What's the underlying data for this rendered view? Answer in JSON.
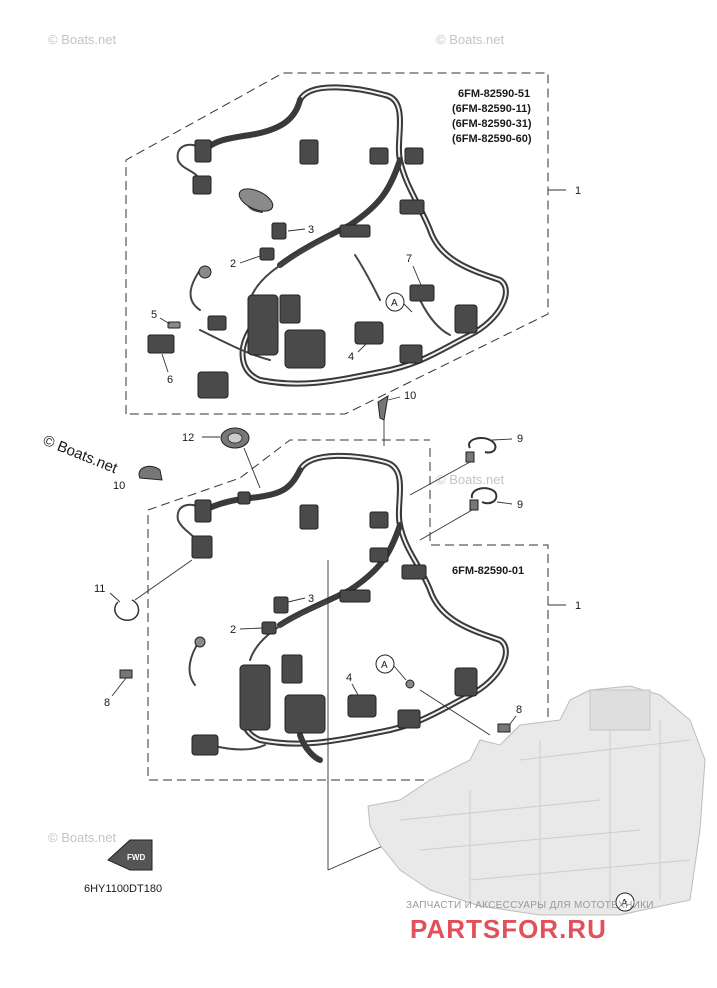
{
  "watermark": {
    "text": "© Boats.net"
  },
  "upper_group": {
    "part_numbers": [
      "6FM-82590-51",
      "(6FM-82590-11)",
      "(6FM-82590-31)",
      "(6FM-82590-60)"
    ],
    "callout_1": "1",
    "callouts": [
      "2",
      "3",
      "4",
      "5",
      "6",
      "7"
    ],
    "ref_marker": "A"
  },
  "loose_parts": {
    "callouts": [
      "8",
      "8",
      "9",
      "9",
      "10",
      "10",
      "11",
      "12"
    ]
  },
  "lower_group": {
    "part_number": "6FM-82590-01",
    "callout_1": "1",
    "callouts": [
      "2",
      "3",
      "4"
    ],
    "ref_marker": "A"
  },
  "engine_ref_marker": "A",
  "fwd_label": "FWD",
  "diagram_code": "6HY1100DT180",
  "advert": {
    "subtitle": "ЗАПЧАСТИ И АКСЕССУАРЫ ДЛЯ МОТОТЕХНИКИ",
    "title": "PARTSFOR.RU"
  }
}
